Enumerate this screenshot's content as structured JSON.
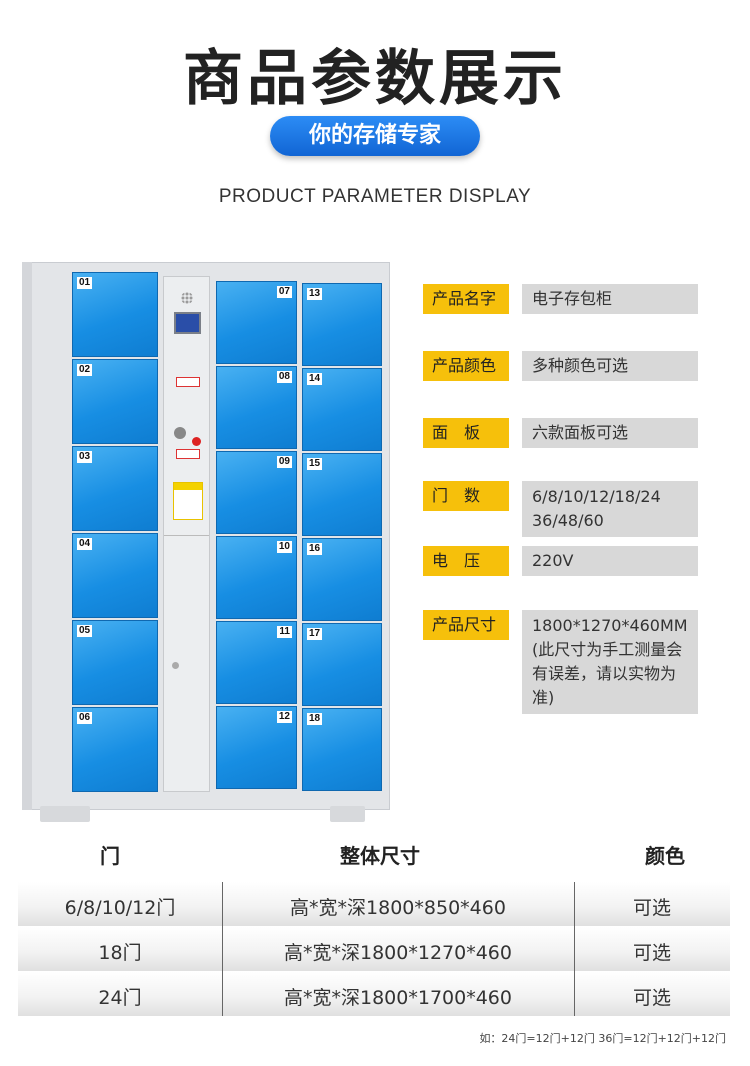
{
  "header": {
    "title": "商品参数展示",
    "tagline": "你的存储专家",
    "subtitle": "PRODUCT PARAMETER DISPLAY"
  },
  "locker": {
    "left_doors": [
      "01",
      "02",
      "03",
      "04",
      "05",
      "06"
    ],
    "mid_doors": [
      "07",
      "08",
      "09",
      "10",
      "11",
      "12"
    ],
    "right_doors": [
      "13",
      "14",
      "15",
      "16",
      "17",
      "18"
    ],
    "door_color": "#1a8fe3"
  },
  "specs": [
    {
      "label": "产品名字",
      "value": "电子存包柜"
    },
    {
      "label": "产品颜色",
      "value": "多种颜色可选"
    },
    {
      "label": "面　板",
      "value": "六款面板可选"
    },
    {
      "label": "门　数",
      "value": "6/8/10/12/18/24\n36/48/60"
    },
    {
      "label": "电　压",
      "value": "220V"
    },
    {
      "label": "产品尺寸",
      "value": "1800*1270*460MM\n(此尺寸为手工测量会有误差，请以实物为准)"
    }
  ],
  "table": {
    "headers": [
      "门",
      "整体尺寸",
      "颜色"
    ],
    "rows": [
      [
        "6/8/10/12门",
        "高*宽*深1800*850*460",
        "可选"
      ],
      [
        "18门",
        "高*宽*深1800*1270*460",
        "可选"
      ],
      [
        "24门",
        "高*宽*深1800*1700*460",
        "可选"
      ]
    ],
    "footnote": "如：24门=12门+12门  36门=12门+12门+12门"
  },
  "colors": {
    "accent_blue": "#1a78e0",
    "label_yellow": "#f6c00b",
    "value_gray": "#d8d8d8"
  }
}
